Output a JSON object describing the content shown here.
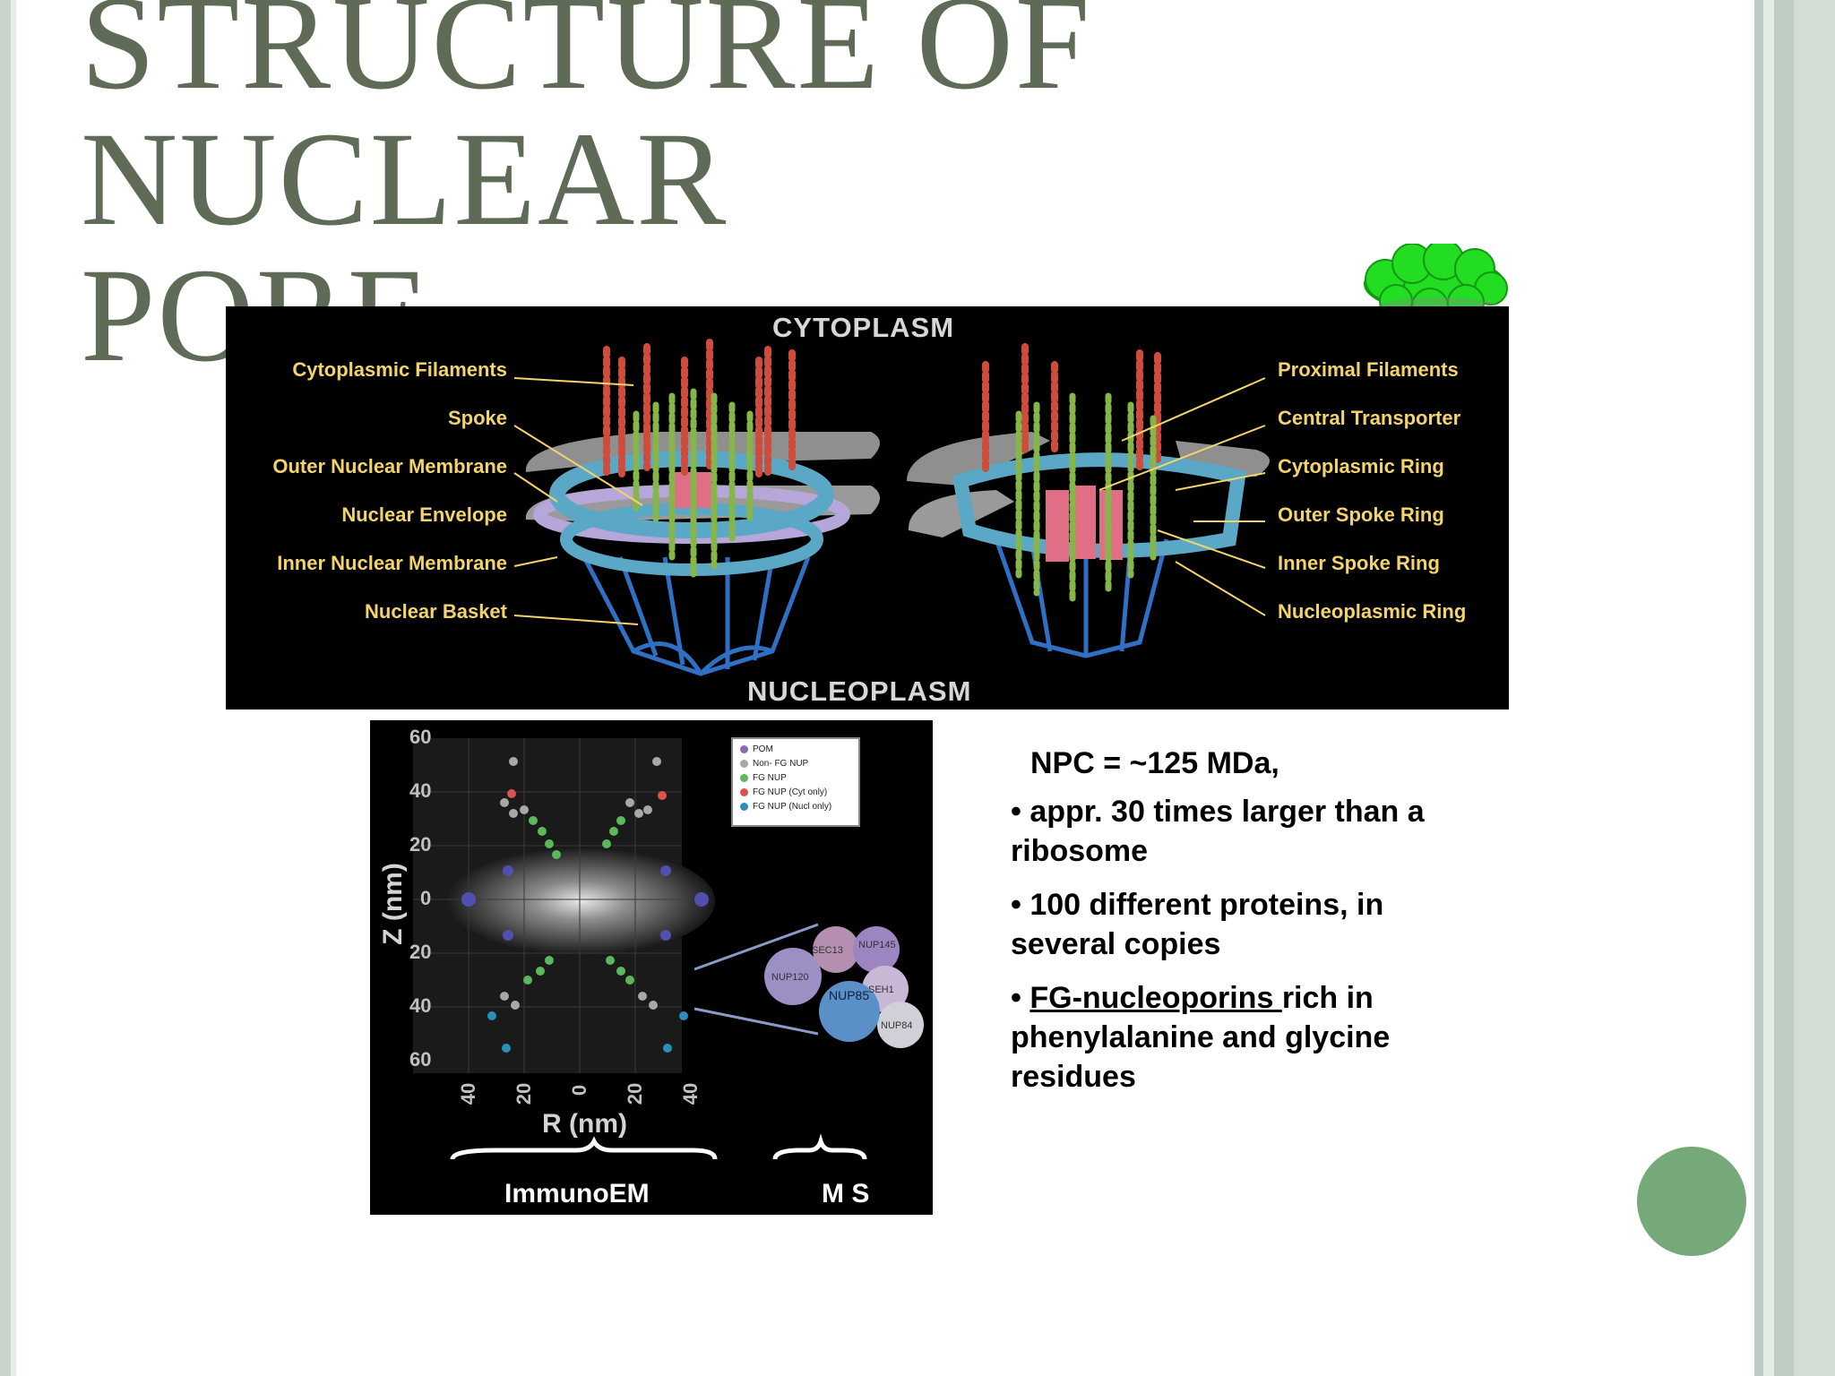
{
  "slide": {
    "title_line1": "STRUCTURE OF NUCLEAR",
    "title_line2": "PORE"
  },
  "top_figure": {
    "cytoplasm_label": "CYTOPLASM",
    "nucleoplasm_label": "NUCLEOPLASM",
    "left_labels": [
      "Cytoplasmic Filaments",
      "Spoke",
      "Outer Nuclear Membrane",
      "Nuclear Envelope",
      "Inner Nuclear Membrane",
      "Nuclear Basket"
    ],
    "right_labels": [
      "Proximal Filaments",
      "Central Transporter",
      "Cytoplasmic Ring",
      "Outer Spoke Ring",
      "Inner Spoke Ring",
      "Nucleoplasmic Ring"
    ]
  },
  "bottom_figure": {
    "y_axis_title": "Z (nm)",
    "x_axis_title": "R (nm)",
    "y_ticks": [
      "60",
      "40",
      "20",
      "0",
      "20",
      "40",
      "60"
    ],
    "x_ticks": [
      "40",
      "20",
      "0",
      "20",
      "40"
    ],
    "legend": [
      {
        "label": "POM",
        "color": "#8a6bb3"
      },
      {
        "label": "Non- FG NUP",
        "color": "#a8a8a8"
      },
      {
        "label": "FG NUP",
        "color": "#5cb85c"
      },
      {
        "label": "FG NUP (Cyt only)",
        "color": "#d9534f"
      },
      {
        "label": "FG NUP (Nucl only)",
        "color": "#2a8fbf"
      }
    ],
    "complex_labels": [
      "SEC13",
      "NUP145",
      "SEH1",
      "NUP120",
      "NUP85",
      "NUP84"
    ],
    "method_left": "ImmunoEM",
    "method_right": "M S"
  },
  "notes": {
    "heading": "NPC = ~125 MDa,",
    "bullet1": "appr. 30  times larger than a ribosome",
    "bullet2": "100 different proteins, in several copies",
    "bullet3_link": "FG-nucleoporins ",
    "bullet3_rest": "rich in phenylalanine and glycine residues",
    "bullet_symbol": "•"
  },
  "colors": {
    "title": "#5f6b56",
    "accent_circle": "#75a97a",
    "cloud": "#22dd22",
    "figure_label": "#f2d46b"
  }
}
